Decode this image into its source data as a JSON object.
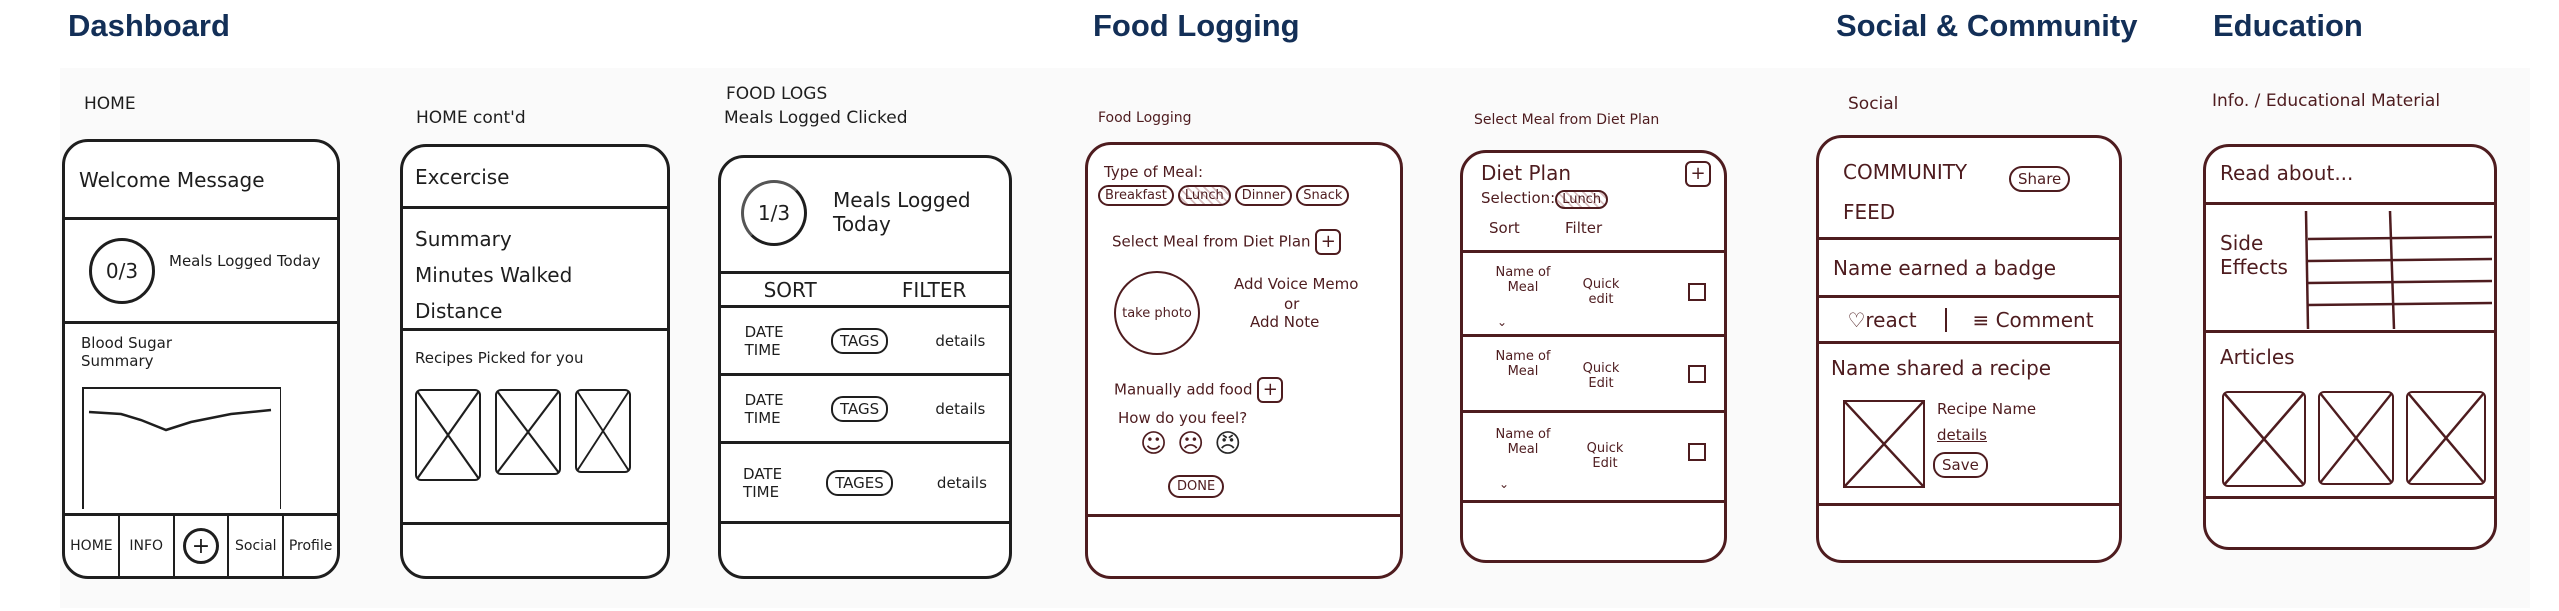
{
  "sections": {
    "dashboard": "Dashboard",
    "food_logging": "Food Logging",
    "social": "Social & Community",
    "education": "Education"
  },
  "home": {
    "label": "HOME",
    "welcome": "Welcome Message",
    "meals_fraction": "0/3",
    "meals_text": "Meals Logged Today",
    "blood_sugar": "Blood Sugar Summary",
    "nav": [
      "HOME",
      "INFO",
      "+",
      "Social",
      "Profile"
    ]
  },
  "home2": {
    "label": "HOME cont'd",
    "exercise": "Excercise",
    "summary": [
      "Summary",
      "Minutes Walked",
      "Distance"
    ],
    "recipes": "Recipes Picked for you"
  },
  "food_logs": {
    "label1": "FOOD LOGS",
    "label2": "Meals Logged  Clicked",
    "fraction": "1/3",
    "meals_text": "Meals Logged Today",
    "sort": "SORT",
    "filter": "FILTER",
    "rows": [
      {
        "date": "DATE",
        "time": "TIME",
        "tag": "TAGS",
        "details": "details"
      },
      {
        "date": "DATE",
        "time": "TIME",
        "tag": "TAGS",
        "details": "details"
      },
      {
        "date": "DATE",
        "time": "TIME",
        "tag": "TAGES",
        "details": "details"
      }
    ]
  },
  "food_logging": {
    "label": "Food Logging",
    "type_of_meal": "Type of Meal:",
    "meal_types": [
      "Breakfast",
      "Lunch",
      "Dinner",
      "Snack"
    ],
    "selected_meal": "Lunch",
    "select_from_plan": "Select Meal from Diet Plan",
    "take_photo": "take photo",
    "voice_memo": "Add Voice Memo",
    "or": "or",
    "add_note": "Add Note",
    "manual_add": "Manually add food",
    "how_feel": "How do you feel?",
    "moods": [
      "☺",
      "☹",
      "😠"
    ],
    "done": "DONE"
  },
  "diet_plan": {
    "label": "Select Meal from Diet Plan",
    "title": "Diet Plan",
    "selection_label": "Selection:",
    "selection": "Lunch",
    "sort": "Sort",
    "filter": "Filter",
    "rows": [
      {
        "name": "Name of Meal",
        "action": "Quick edit"
      },
      {
        "name": "Name of Meal",
        "action": "Quick Edit"
      },
      {
        "name": "Name of Meal",
        "action": "Quick Edit"
      }
    ]
  },
  "social": {
    "label": "Social",
    "feed": "COMMUNITY FEED",
    "share": "Share",
    "badge_post": "Name earned a badge",
    "react": "react",
    "comment": "Comment",
    "recipe_post": "Name shared a recipe",
    "recipe_name": "Recipe Name",
    "details": "details",
    "save": "Save"
  },
  "education": {
    "label": "Info. / Educational Material",
    "read_about": "Read about...",
    "side_effects": "Side Effects",
    "articles": "Articles"
  }
}
